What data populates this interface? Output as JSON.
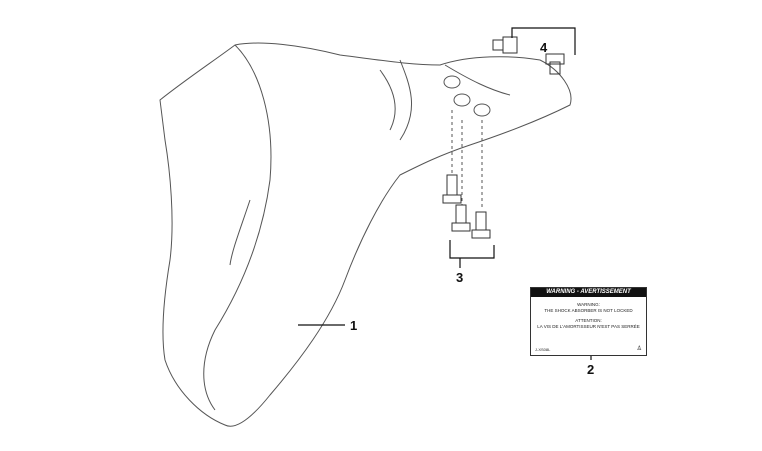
{
  "callouts": {
    "c1": "1",
    "c2": "2",
    "c3": "3",
    "c4": "4"
  },
  "warning_label": {
    "header": "WARNING - AVERTISSEMENT",
    "line1": "WARNING:",
    "line2": "THE SHOCK ABSORBER IS NOT LOCKED",
    "line3": "ATTENTION:",
    "line4": "LA VIS DE L'AMORTISSEUR N'EST PAS SERRÉE",
    "code": "J-XS08L",
    "icon": "person-warning-icon"
  }
}
